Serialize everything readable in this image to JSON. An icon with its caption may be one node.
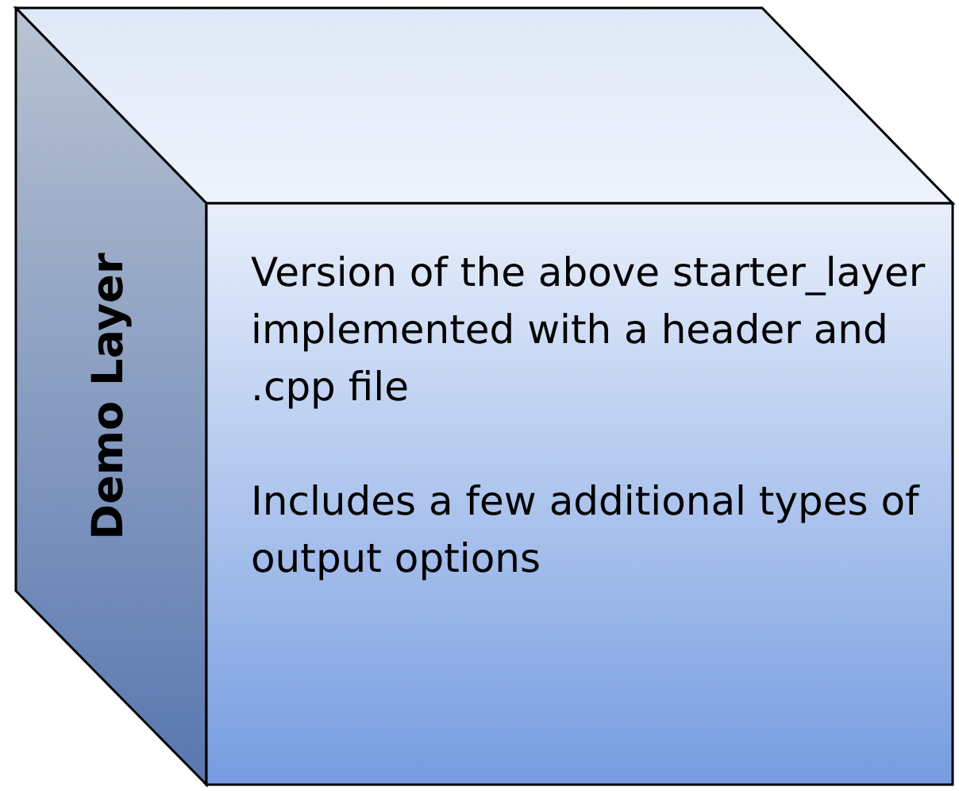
{
  "diagram": {
    "nodes": [
      {
        "text": [
          "Demo Layer",
          "Version of the above starter_layer implemented with a header and .cpp file",
          "Includes a few additional types of output options"
        ]
      }
    ]
  }
}
